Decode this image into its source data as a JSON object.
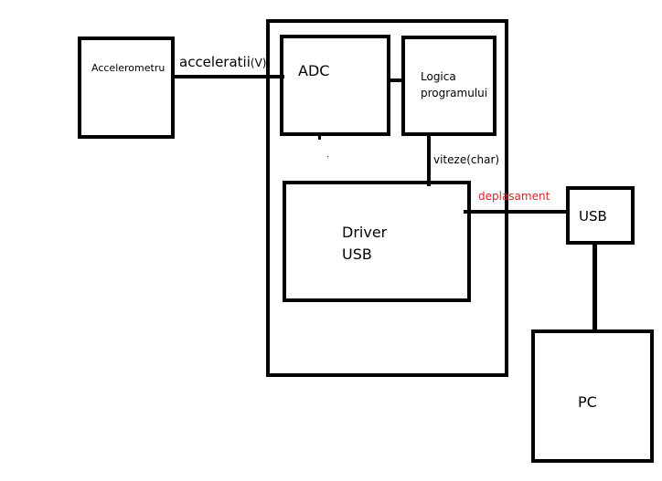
{
  "diagram": {
    "nodes": {
      "accelerometer": {
        "label": "Accelerometru"
      },
      "adc": {
        "label": "ADC"
      },
      "logic": {
        "line1": "Logica",
        "line2": "programului"
      },
      "driver": {
        "line1": "Driver",
        "line2": "USB"
      },
      "usb": {
        "label": "USB"
      },
      "pc": {
        "label": "PC"
      }
    },
    "edges": {
      "accelerations": {
        "main": "acceleratii",
        "unit": "(V)"
      },
      "speeds": {
        "label": "viteze(char)"
      },
      "displacement": {
        "label": "deplasament"
      }
    },
    "colors": {
      "stroke": "#000000",
      "highlight_label": "#d9222a"
    }
  }
}
